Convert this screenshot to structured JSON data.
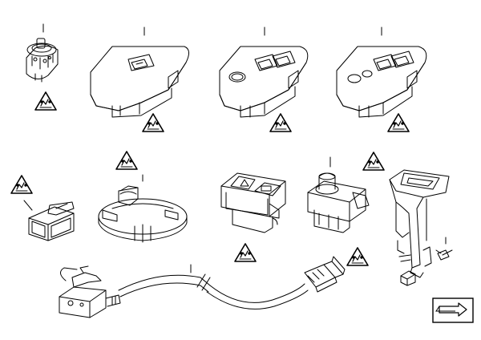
{
  "diagram": {
    "type": "exploded-parts-diagram",
    "style": "black line art on white",
    "parts": [
      {
        "name": "ignition-lock-switch",
        "warning": "esd-warning"
      },
      {
        "name": "single-window-switch-panel",
        "warning": "esd-warning"
      },
      {
        "name": "double-window-switch-panel-with-button",
        "warning": "esd-warning"
      },
      {
        "name": "double-window-switch-panel-with-two-buttons",
        "warning": "esd-warning"
      },
      {
        "name": "small-rocker-switch",
        "warning": "esd-warning"
      },
      {
        "name": "round-mounting-bracket",
        "warning": "esd-warning"
      },
      {
        "name": "hazard-warning-switch",
        "warning": "esd-warning"
      },
      {
        "name": "joystick-mirror-switch",
        "warning": "esd-warning"
      },
      {
        "name": "switch-holder-bracket",
        "warning": "none"
      },
      {
        "name": "micro-switch-with-cable",
        "warning": "esd-warning"
      }
    ],
    "warning_symbol": "ESD triangle",
    "corner_icon": "arrow-icon"
  },
  "colors": {
    "line": "#000000",
    "background": "#ffffff"
  }
}
